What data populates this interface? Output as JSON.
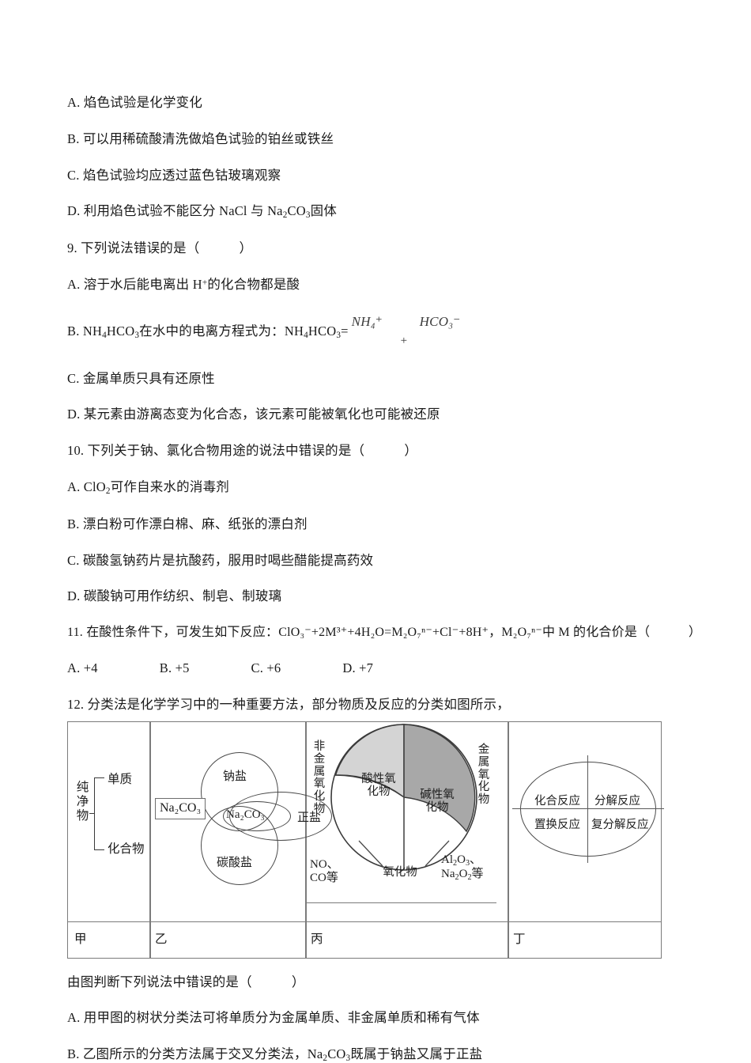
{
  "question8_options": [
    "A. 焰色试验是化学变化",
    "B. 可以用稀硫酸清洗做焰色试验的铂丝或铁丝",
    "C. 焰色试验均应透过蓝色钴玻璃观察"
  ],
  "q8_optD": {
    "prefix": "D. 利用焰色试验不能区分 NaCl 与 Na",
    "sub1": "2",
    "mid": "CO",
    "sub2": "3",
    "suffix": "固体"
  },
  "q9": {
    "stem": "9. 下列说法错误的是（　　　）",
    "optA_pre": "A. 溶于水后能电离出 H",
    "optA_sup": "+",
    "optA_post": "的化合物都是酸",
    "optB_pre": "B. NH",
    "optB_s1": "4",
    "optB_m1": "HCO",
    "optB_s2": "3",
    "optB_mid": "在水中的电离方程式为：NH",
    "optB_s3": "4",
    "optB_m2": "HCO",
    "optB_s4": "3",
    "optB_eq": "=",
    "math_nh4": "NH₄⁺",
    "math_plus": "+",
    "math_hco3": "HCO₃⁻",
    "optC": "C. 金属单质只具有还原性",
    "optD": "D. 某元素由游离态变为化合态，该元素可能被氧化也可能被还原"
  },
  "q10": {
    "stem": "10. 下列关于钠、氯化合物用途的说法中错误的是（　　　）",
    "optA_pre": "A. ClO",
    "optA_sub": "2",
    "optA_post": "可作自来水的消毒剂",
    "optB": "B. 漂白粉可作漂白棉、麻、纸张的漂白剂",
    "optC": "C. 碳酸氢钠药片是抗酸药，服用时喝些醋能提高药效",
    "optD": "D. 碳酸钠可用作纺织、制皂、制玻璃"
  },
  "q11": {
    "stem_pre": "11. 在酸性条件下，可发生如下反应：",
    "eq": "ClO₃⁻+2M³⁺+4H₂O=M₂O₇ⁿ⁻+Cl⁻+8H⁺",
    "stem_mid": "，",
    "eq2": "M₂O₇ⁿ⁻",
    "stem_post": "中 M 的化合价是（　　　）",
    "options": [
      "A. +4",
      "B. +5",
      "C. +6",
      "D. +7"
    ]
  },
  "q12": {
    "stem": "12. 分类法是化学学习中的一种重要方法，部分物质及反应的分类如图所示，",
    "figure": {
      "cell_labels": [
        "甲",
        "乙",
        "丙",
        "丁"
      ],
      "jia": {
        "root": "纯净物",
        "branch_top": "单质",
        "branch_bottom": "化合物"
      },
      "yi": {
        "box": "Na₂CO₃",
        "circle_top": "钠盐",
        "circle_bottom": "碳酸盐",
        "ellipse_right": "正盐",
        "center": "Na₂CO₃"
      },
      "bing": {
        "left_vertical": "非金属氧化物",
        "right_vertical": "金属氧化物",
        "acid_oxide": "酸性氧\n化物",
        "base_oxide": "碱性氧\n化物",
        "bottom": "氧化物",
        "example_left": "NO、\nCO等",
        "example_right": "Al₂O₃、\nNa₂O₂等",
        "acid_color": "#d4d4d4",
        "base_color": "#a8a8a8"
      },
      "ding": {
        "q1": "化合反应",
        "q2": "分解反应",
        "q3": "置换反应",
        "q4": "复分解反应"
      }
    },
    "sub_stem": "由图判断下列说法中错误的是（　　　）",
    "optA": "A. 用甲图的树状分类法可将单质分为金属单质、非金属单质和稀有气体",
    "optB_pre": "B. 乙图所示的分类方法属于交叉分类法，Na",
    "optB_s1": "2",
    "optB_m": "CO",
    "optB_s2": "3",
    "optB_post": "既属于钠盐又属于正盐"
  }
}
